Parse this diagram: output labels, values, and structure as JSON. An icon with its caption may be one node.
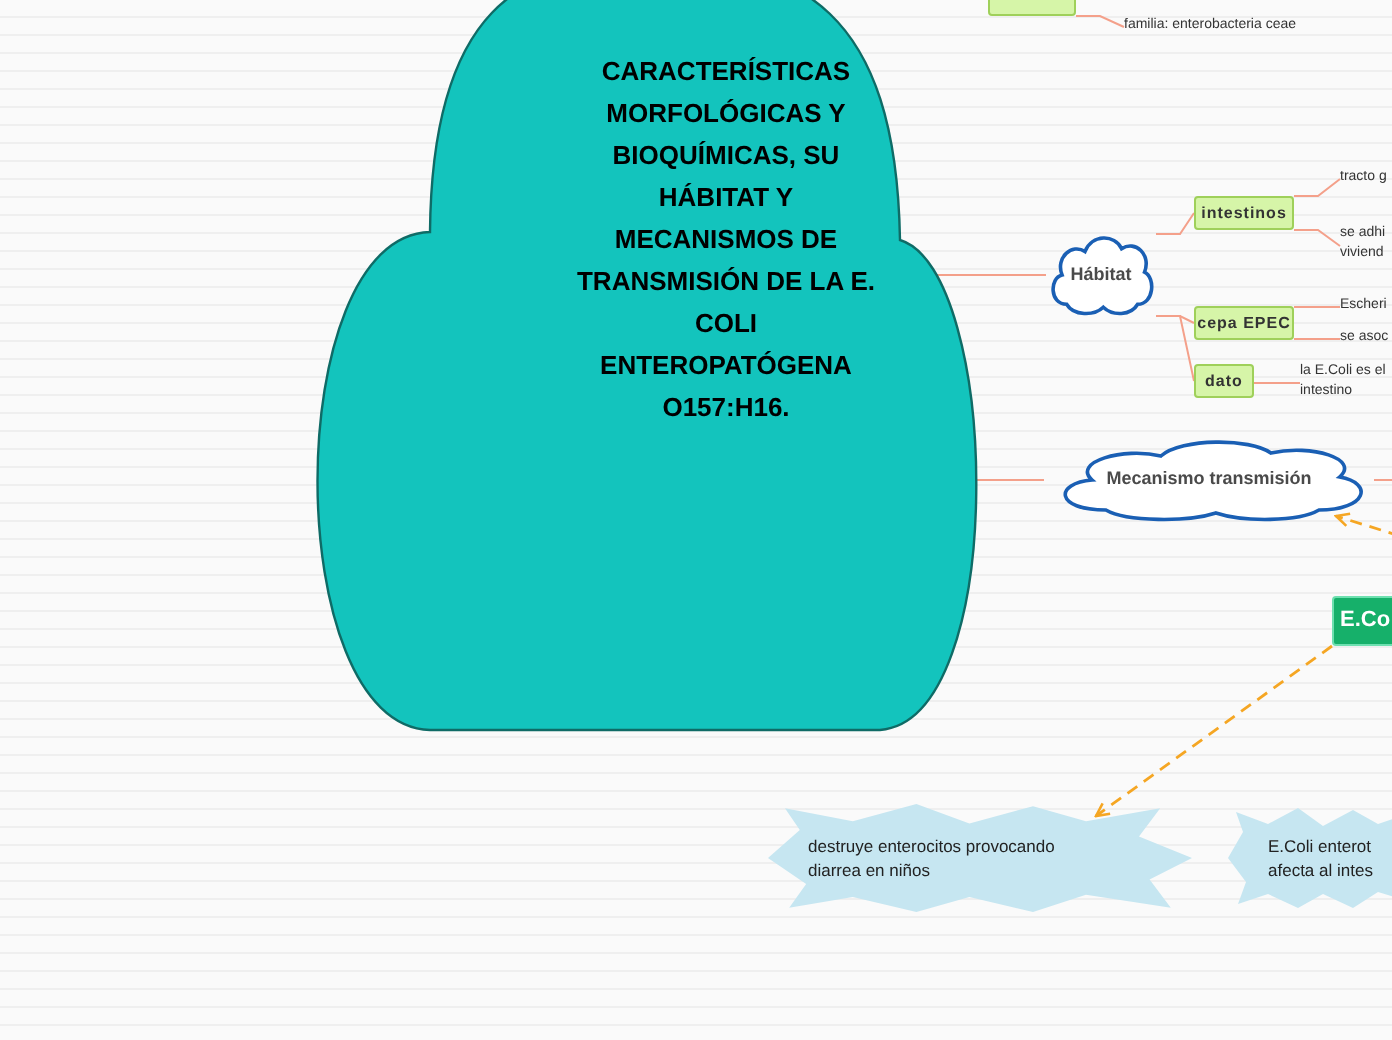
{
  "diagram": {
    "nodes": [
      {
        "text": [
          "CARACTERÍSTICAS MORFOLÓGICAS Y BIOQUÍMICAS, SU HÁBITAT Y MECANISMOS DE TRANSMISIÓN DE LA E. COLI ENTEROPATÓGENA O157:H16."
        ]
      },
      {
        "text": [],
        "shape": "box"
      },
      {
        "text": [
          "familia: enterobacteria ceae"
        ]
      },
      {
        "text": [
          "Hábitat"
        ]
      },
      {
        "text": [
          "intestinos"
        ]
      },
      {
        "text": [
          "tracto g"
        ]
      },
      {
        "text": [
          "se adhi viviend"
        ]
      },
      {
        "text": [
          "cepa EPEC"
        ]
      },
      {
        "text": [
          "Escheri"
        ]
      },
      {
        "text": [
          "se asoc"
        ]
      },
      {
        "text": [
          "dato"
        ]
      },
      {
        "text": [
          "la E.Coli es el intestino"
        ]
      },
      {
        "text": [
          "Mecanismo transmisión"
        ]
      },
      {
        "text": [
          "E.Co"
        ]
      },
      {
        "text": [
          "destruye enterocitos provocando diarrea en niños"
        ]
      },
      {
        "text": [
          "E.Coli enterot afecta al intes"
        ]
      }
    ],
    "edges": [
      {
        "from": 0,
        "to": 3,
        "arrow": "none"
      },
      {
        "from": 0,
        "to": 12,
        "arrow": "none"
      },
      {
        "from": 1,
        "to": 2,
        "arrow": "none"
      },
      {
        "from": 3,
        "to": 4,
        "arrow": "none"
      },
      {
        "from": 3,
        "to": 7,
        "arrow": "none"
      },
      {
        "from": 3,
        "to": 10,
        "arrow": "none"
      },
      {
        "from": 4,
        "to": 5,
        "arrow": "none"
      },
      {
        "from": 4,
        "to": 6,
        "arrow": "none"
      },
      {
        "from": 7,
        "to": 8,
        "arrow": "none"
      },
      {
        "from": 7,
        "to": 9,
        "arrow": "none"
      },
      {
        "from": 10,
        "to": 11,
        "arrow": "none"
      },
      {
        "from": 12,
        "to": null,
        "arrow": "none"
      },
      {
        "from": null,
        "to": 12,
        "arrow": "to",
        "style": "dashed",
        "color": "#f5a623"
      },
      {
        "from": 13,
        "to": 14,
        "arrow": "to",
        "style": "dashed",
        "color": "#f5a623"
      }
    ]
  }
}
